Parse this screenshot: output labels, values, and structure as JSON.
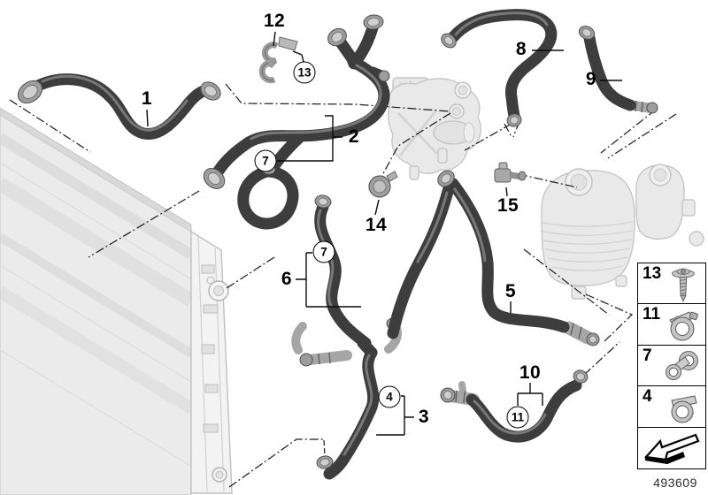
{
  "drawing_number": "493609",
  "callouts": {
    "plain": [
      {
        "label": "1"
      },
      {
        "label": "12"
      },
      {
        "label": "2"
      },
      {
        "label": "14"
      },
      {
        "label": "8"
      },
      {
        "label": "9"
      },
      {
        "label": "15"
      },
      {
        "label": "6"
      },
      {
        "label": "5"
      },
      {
        "label": "3"
      },
      {
        "label": "10"
      }
    ],
    "circled": [
      {
        "label": "13"
      },
      {
        "label": "7"
      },
      {
        "label": "7"
      },
      {
        "label": "4"
      },
      {
        "label": "11"
      }
    ]
  },
  "legend": {
    "rows": [
      {
        "label": "13",
        "icon": "screw-icon"
      },
      {
        "label": "11",
        "icon": "hose-clamp-icon"
      },
      {
        "label": "7",
        "icon": "double-hose-clamp-icon"
      },
      {
        "label": "4",
        "icon": "retaining-clamp-icon"
      },
      {
        "label": "",
        "icon": "direction-arrow-icon"
      }
    ]
  }
}
